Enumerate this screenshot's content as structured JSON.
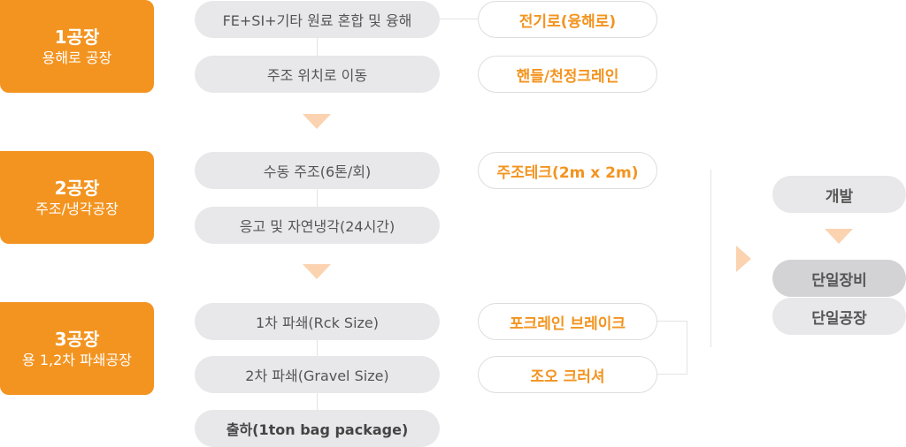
{
  "factories": [
    {
      "title": "1공장",
      "subtitle": "용해로 공장"
    },
    {
      "title": "2공장",
      "subtitle": "주조/냉각공장"
    },
    {
      "title": "3공장",
      "subtitle": "용 1,2차 파쇄공장"
    }
  ],
  "steps": [
    "FE+SI+기타 원료 혼합 및 융해",
    "주조 위치로 이동",
    "수동 주조(6톤/회)",
    "응고 및 자연냉각(24시간)",
    "1차 파쇄(Rck Size)",
    "2차 파쇄(Gravel Size)",
    "출하(1ton bag package)"
  ],
  "equipment": [
    "전기로(융해로)",
    "핸들/천정크레인",
    "주조테크(2m x 2m)",
    "포크레인 브레이크",
    "조오 크러셔"
  ],
  "results": [
    "개발",
    "단일장비",
    "단일공장"
  ],
  "colors": {
    "accent": "#f39420",
    "pill": "#e8e8ea",
    "arrow": "#fbd3b0"
  }
}
